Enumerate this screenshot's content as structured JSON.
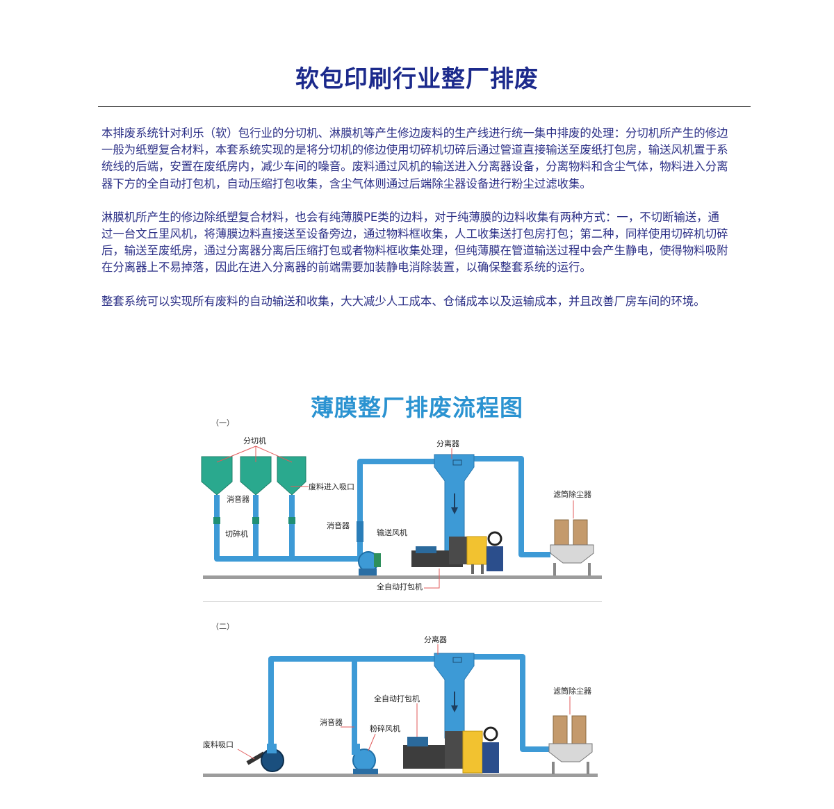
{
  "title": "软包印刷行业整厂排废",
  "paragraphs": [
    "本排废系统针对利乐（软）包行业的分切机、淋膜机等产生修边废料的生产线进行统一集中排废的处理：分切机所产生的修边一般为纸塑复合材料，本套系统实现的是将分切机的修边使用切碎机切碎后通过管道直接输送至废纸打包房，输送风机置于系统线的后端，安置在废纸房内，减少车间的噪音。废料通过风机的输送进入分离器设备，分离物料和含尘气体，物料进入分离器下方的全自动打包机，自动压缩打包收集，含尘气体则通过后端除尘器设备进行粉尘过滤收集。",
    "淋膜机所产生的修边除纸塑复合材料，也会有纯薄膜PE类的边料，对于纯薄膜的边料收集有两种方式：一，不切断输送，通过一台文丘里风机，将薄膜边料直接送至设备旁边，通过物料框收集，人工收集送打包房打包；第二种，同样使用切碎机切碎后，输送至废纸房，通过分离器分离后压缩打包或者物料框收集处理，但纯薄膜在管道输送过程中会产生静电，使得物料吸附在分离器上不易掉落，因此在进入分离器的前端需要加装静电消除装置，以确保整套系统的运行。",
    "整套系统可以实现所有废料的自动输送和收集，大大减少人工成本、仓储成本以及运输成本，并且改善厂房车间的环境。"
  ],
  "flowchart": {
    "title": "薄膜整厂排废流程图",
    "diagram1": {
      "tag": "（一）",
      "labels": {
        "slitter": "分切机",
        "separator": "分离器",
        "inlet": "废料进入吸口",
        "silencer_a": "消音器",
        "silencer_b": "消音器",
        "shredder": "切碎机",
        "fan": "输送风机",
        "filter": "滤筒除尘器",
        "baler": "全自动打包机"
      }
    },
    "diagram2": {
      "tag": "（二）",
      "labels": {
        "separator": "分离器",
        "filter": "滤筒除尘器",
        "baler": "全自动打包机",
        "silencer": "消音器",
        "crusher_fan": "粉碎风机",
        "suction": "废料吸口"
      }
    }
  },
  "colors": {
    "title": "#1c2a8c",
    "text": "#2b2f86",
    "flow_title": "#2b93d1",
    "pipe": "#3d9ad6",
    "hopper": "#2aa98e",
    "baler": "#f2c230",
    "ground": "#9c9c9c",
    "drum": "#c49a6c"
  }
}
